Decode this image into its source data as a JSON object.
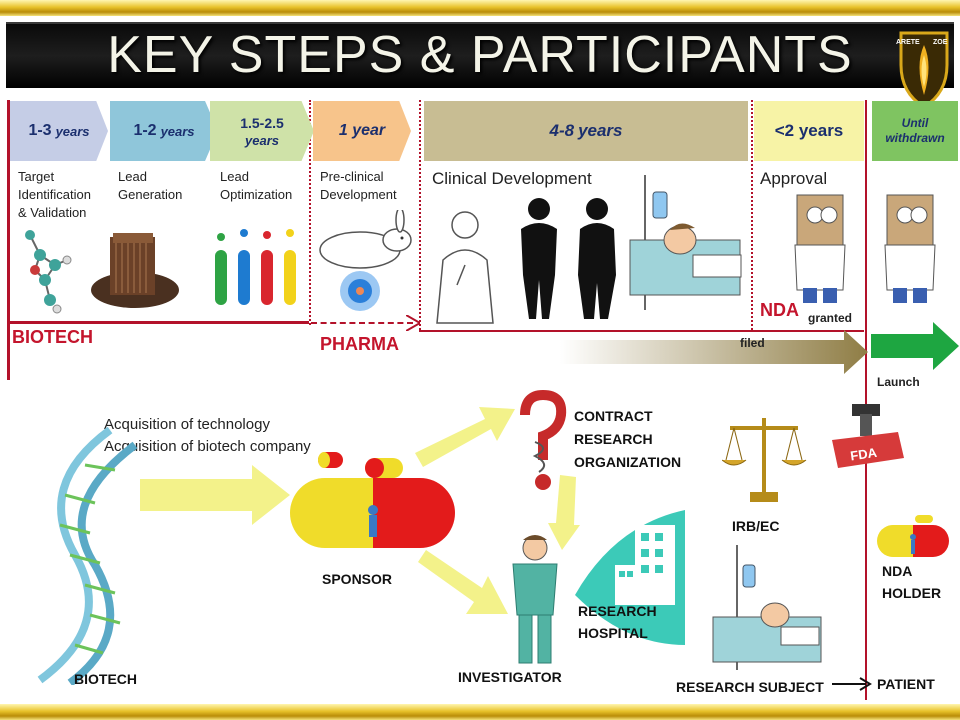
{
  "title": "KEY STEPS & PARTICIPANTS",
  "logo": {
    "left": "ARETE",
    "right": "ZOE"
  },
  "timeline": [
    {
      "duration": "1-3",
      "unit": "years",
      "label_lines": [
        "Target",
        "Identification",
        "& Validation"
      ],
      "color": "#c5cde6"
    },
    {
      "duration": "1-2",
      "unit": "years",
      "label_lines": [
        "Lead",
        "Generation"
      ],
      "color": "#8fc6da"
    },
    {
      "duration": "1.5-2.5",
      "unit": "years",
      "label_lines": [
        "Lead",
        "Optimization"
      ],
      "color": "#cfe2a8"
    },
    {
      "duration": "1 year",
      "unit": "",
      "label_lines": [
        "Pre-clinical",
        "Development"
      ],
      "color": "#f7c48b"
    },
    {
      "duration": "4-8",
      "unit": "years",
      "label_lines": [
        "Clinical Development"
      ],
      "color": "#c8bd93"
    },
    {
      "duration": "<2 years",
      "unit": "",
      "label_lines": [
        "Approval"
      ],
      "color": "#f7f3a6"
    },
    {
      "duration": "Until withdrawn",
      "unit": "",
      "label_lines": [],
      "color": "#7fc461"
    }
  ],
  "phase_labels": {
    "biotech": "BIOTECH",
    "pharma": "PHARMA",
    "nda": "NDA",
    "granted": "granted",
    "filed": "filed",
    "launch": "Launch"
  },
  "acquisition": [
    "Acquisition of technology",
    "Acquisition of biotech company"
  ],
  "participants": {
    "cro": [
      "CONTRACT",
      "RESEARCH",
      "ORGANIZATION"
    ],
    "irb": "IRB/EC",
    "sponsor": "SPONSOR",
    "hospital": [
      "RESEARCH",
      "HOSPITAL"
    ],
    "nda_holder": [
      "NDA",
      "HOLDER"
    ],
    "biotech": "BIOTECH",
    "investigator": "INVESTIGATOR",
    "research_subject": "RESEARCH SUBJECT",
    "patient": "PATIENT"
  },
  "colors": {
    "accent_red": "#c4152d",
    "arrow_yellow": "#f3f28a",
    "launch_green": "#1ea641",
    "gold": "#e8c22a"
  }
}
